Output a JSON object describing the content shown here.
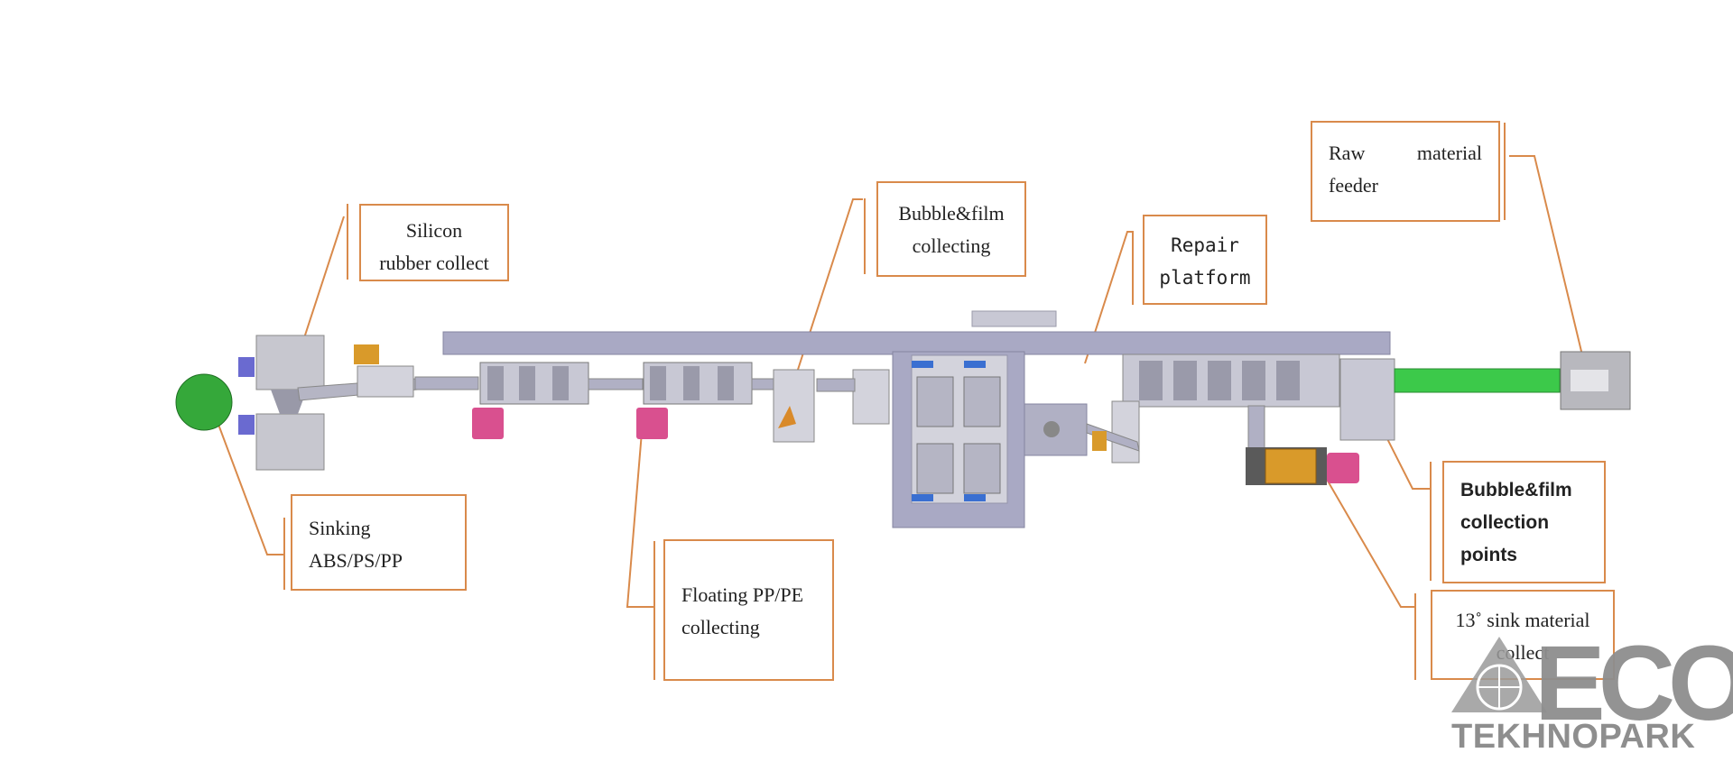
{
  "callouts": {
    "raw_feeder": {
      "line1_left": "Raw",
      "line1_right": "material",
      "line2": "feeder"
    },
    "silicon": {
      "line1": "Silicon",
      "line2": "rubber collect"
    },
    "bubble_film_top": {
      "line1": "Bubble&film",
      "line2": "collecting"
    },
    "repair": {
      "line1": "Repair",
      "line2": "platform"
    },
    "sinking": {
      "line1": "Sinking",
      "line2": "ABS/PS/PP"
    },
    "floating": {
      "line1": "Floating PP/PE",
      "line2": "collecting"
    },
    "bubble_points": {
      "line1": "Bubble&film",
      "line2": "collection",
      "line3": "points"
    },
    "sink13": {
      "line1": "13˚  sink material",
      "line2": "collect"
    }
  },
  "logo": {
    "brand": "ECO",
    "subtitle": "TEKHNOPARK"
  },
  "colors": {
    "accent": "#d98a4b",
    "machine": "#a9a9c4",
    "conveyor": "#3cc94a",
    "tank": "#35a83a",
    "pink": "#d9508f",
    "orange": "#d99a2a",
    "blue": "#3a6fd1"
  }
}
